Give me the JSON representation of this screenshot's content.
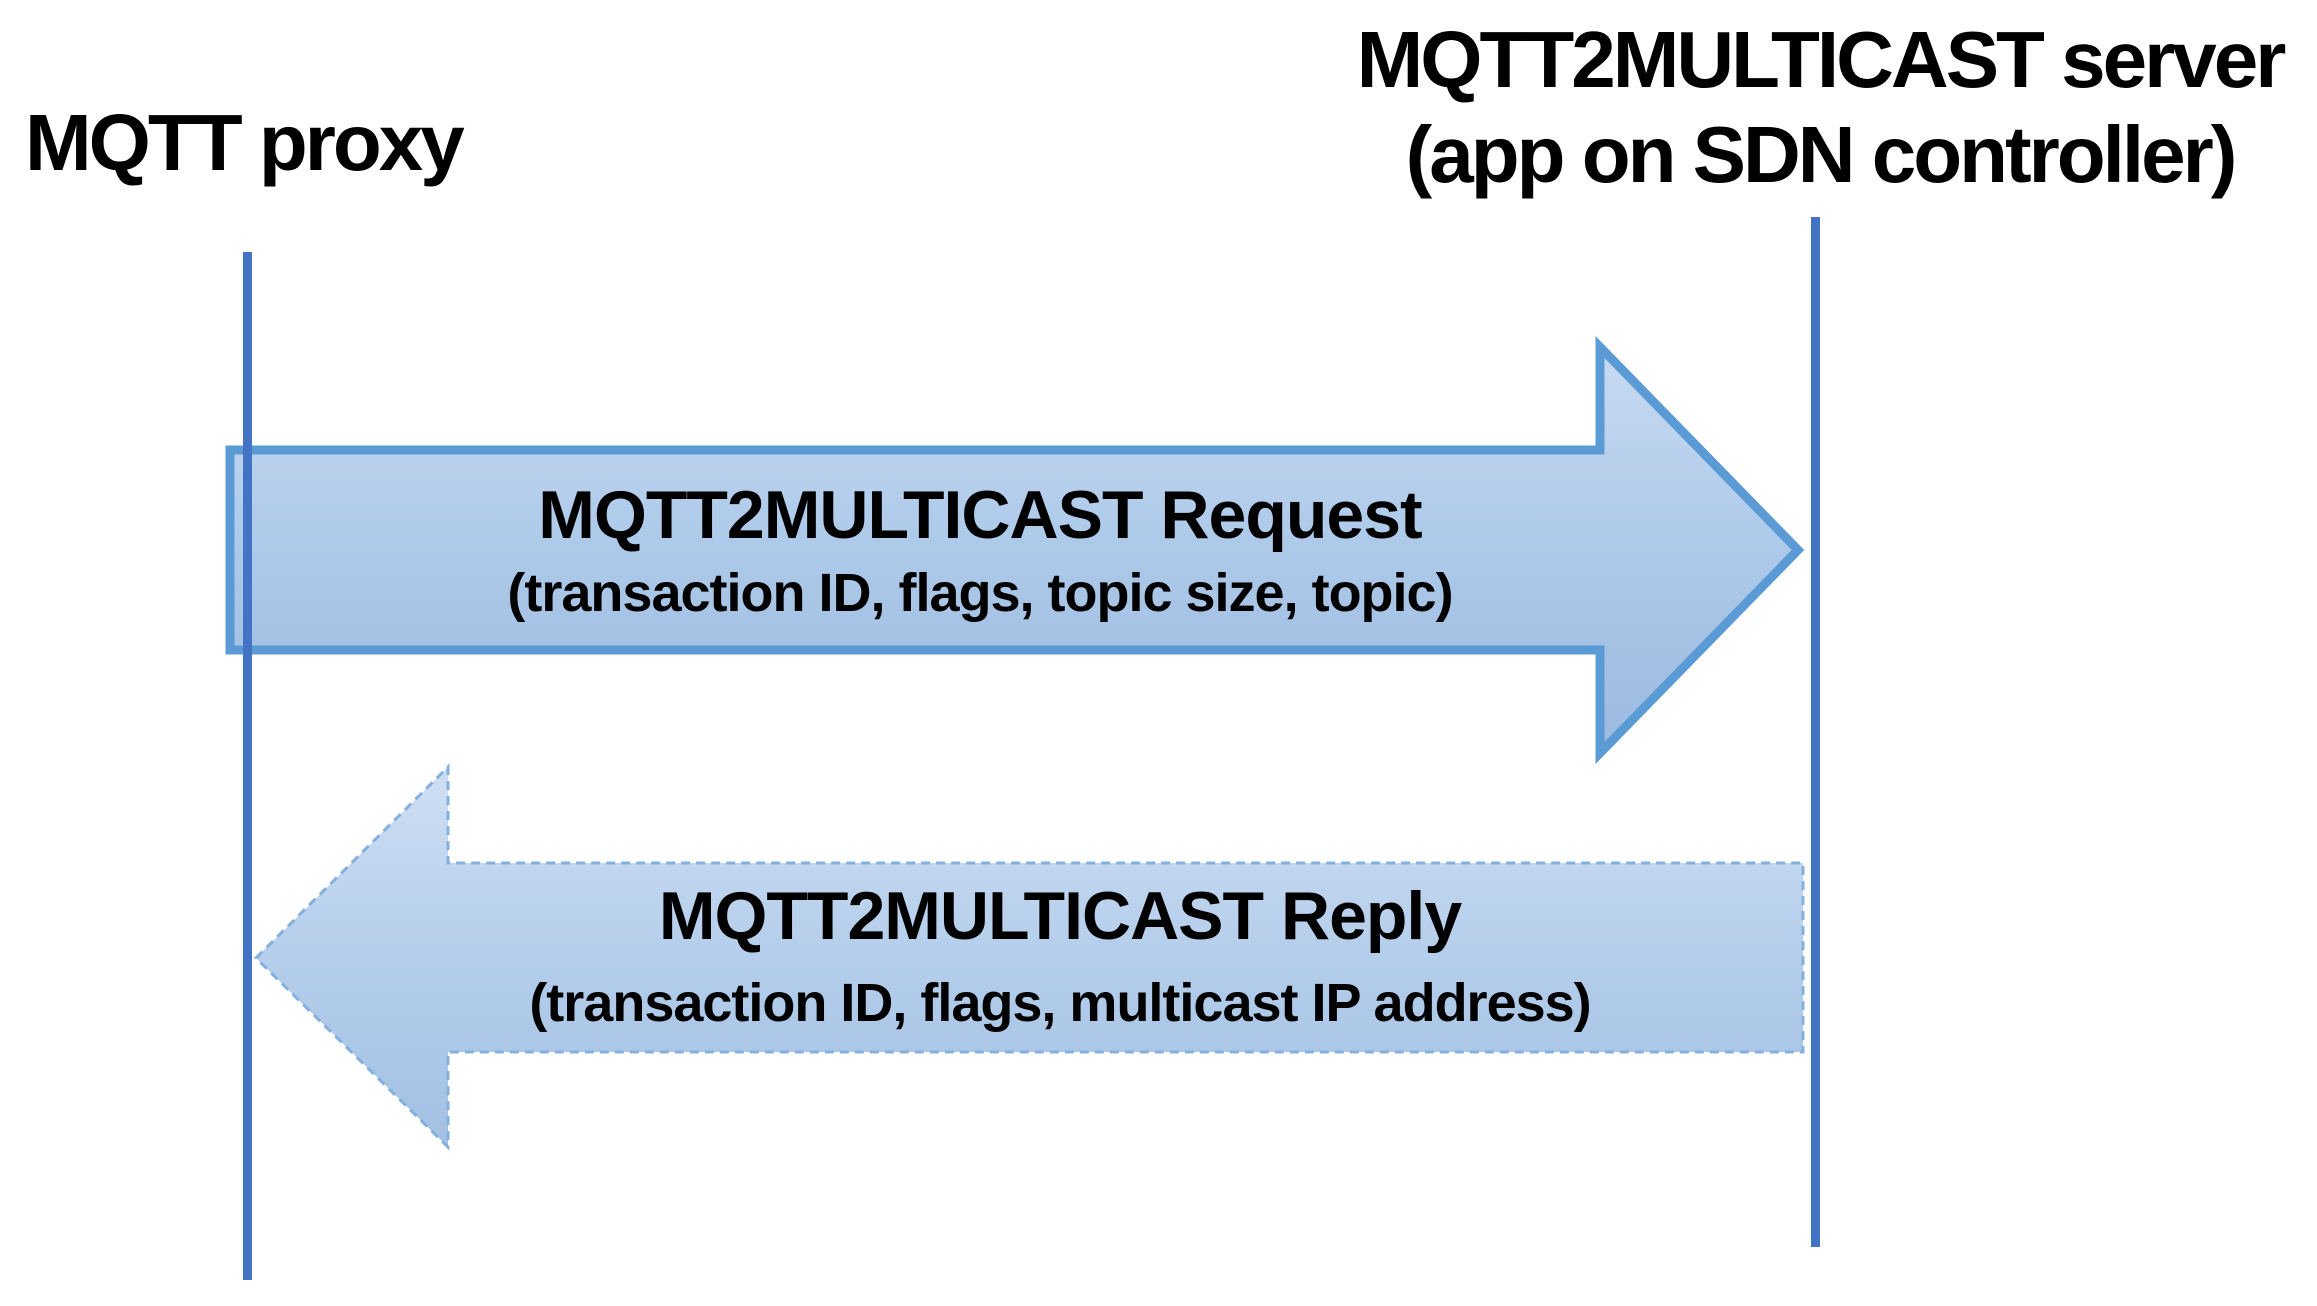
{
  "figure": {
    "type": "sequence-diagram",
    "actors": {
      "left": {
        "label": "MQTT proxy"
      },
      "right": {
        "line1": "MQTT2MULTICAST server",
        "line2": "(app on SDN controller)"
      }
    },
    "messages": [
      {
        "id": "request",
        "direction": "right",
        "border": "solid",
        "title": "MQTT2MULTICAST Request",
        "params": "(transaction ID, flags, topic size, topic)"
      },
      {
        "id": "reply",
        "direction": "left",
        "border": "dashed",
        "title": "MQTT2MULTICAST Reply",
        "params": "(transaction ID, flags, multicast IP address)"
      }
    ],
    "colors": {
      "lifeline": "#4472C4",
      "arrow_border_solid": "#5B9BD5",
      "arrow_border_dashed": "#84B0DE",
      "arrow_fill_top": "#C9DAF2",
      "arrow_fill_mid": "#AFCBEA",
      "arrow_fill_bottom": "#9BB9DF",
      "text": "#000000",
      "background": "#FFFFFF"
    }
  }
}
